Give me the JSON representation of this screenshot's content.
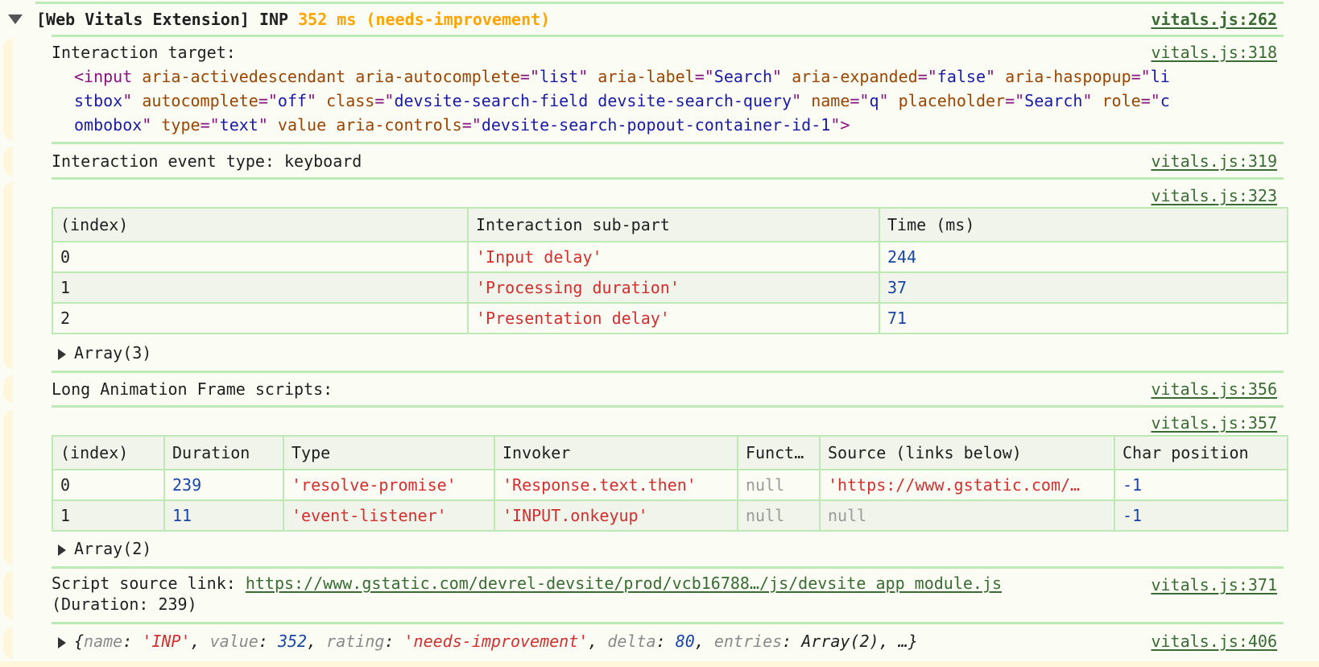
{
  "header": {
    "prefix": "[Web Vitals Extension] INP",
    "value_text": "352 ms (needs-improvement)",
    "source": "vitals.js:262"
  },
  "interaction_target": {
    "label": "Interaction target:",
    "source": "vitals.js:318",
    "element_lines": [
      [
        {
          "t": "tag",
          "s": "<input"
        },
        {
          "t": "txt",
          "s": " "
        },
        {
          "t": "attr",
          "s": "aria-activedescendant"
        },
        {
          "t": "txt",
          "s": " "
        },
        {
          "t": "attr",
          "s": "aria-autocomplete"
        },
        {
          "t": "tag",
          "s": "=\""
        },
        {
          "t": "val",
          "s": "list"
        },
        {
          "t": "tag",
          "s": "\""
        },
        {
          "t": "txt",
          "s": " "
        },
        {
          "t": "attr",
          "s": "aria-label"
        },
        {
          "t": "tag",
          "s": "=\""
        },
        {
          "t": "val",
          "s": "Search"
        },
        {
          "t": "tag",
          "s": "\""
        },
        {
          "t": "txt",
          "s": " "
        },
        {
          "t": "attr",
          "s": "aria-expanded"
        },
        {
          "t": "tag",
          "s": "=\""
        },
        {
          "t": "val",
          "s": "false"
        },
        {
          "t": "tag",
          "s": "\""
        },
        {
          "t": "txt",
          "s": " "
        },
        {
          "t": "attr",
          "s": "aria-haspopup"
        },
        {
          "t": "tag",
          "s": "=\""
        },
        {
          "t": "val",
          "s": "li"
        }
      ],
      [
        {
          "t": "val",
          "s": "stbox"
        },
        {
          "t": "tag",
          "s": "\""
        },
        {
          "t": "txt",
          "s": " "
        },
        {
          "t": "attr",
          "s": "autocomplete"
        },
        {
          "t": "tag",
          "s": "=\""
        },
        {
          "t": "val",
          "s": "off"
        },
        {
          "t": "tag",
          "s": "\""
        },
        {
          "t": "txt",
          "s": " "
        },
        {
          "t": "attr",
          "s": "class"
        },
        {
          "t": "tag",
          "s": "=\""
        },
        {
          "t": "val",
          "s": "devsite-search-field devsite-search-query"
        },
        {
          "t": "tag",
          "s": "\""
        },
        {
          "t": "txt",
          "s": " "
        },
        {
          "t": "attr",
          "s": "name"
        },
        {
          "t": "tag",
          "s": "=\""
        },
        {
          "t": "val",
          "s": "q"
        },
        {
          "t": "tag",
          "s": "\""
        },
        {
          "t": "txt",
          "s": " "
        },
        {
          "t": "attr",
          "s": "placeholder"
        },
        {
          "t": "tag",
          "s": "=\""
        },
        {
          "t": "val",
          "s": "Search"
        },
        {
          "t": "tag",
          "s": "\""
        },
        {
          "t": "txt",
          "s": " "
        },
        {
          "t": "attr",
          "s": "role"
        },
        {
          "t": "tag",
          "s": "=\""
        },
        {
          "t": "val",
          "s": "c"
        }
      ],
      [
        {
          "t": "val",
          "s": "ombobox"
        },
        {
          "t": "tag",
          "s": "\""
        },
        {
          "t": "txt",
          "s": " "
        },
        {
          "t": "attr",
          "s": "type"
        },
        {
          "t": "tag",
          "s": "=\""
        },
        {
          "t": "val",
          "s": "text"
        },
        {
          "t": "tag",
          "s": "\""
        },
        {
          "t": "txt",
          "s": " "
        },
        {
          "t": "attr",
          "s": "value"
        },
        {
          "t": "txt",
          "s": " "
        },
        {
          "t": "attr",
          "s": "aria-controls"
        },
        {
          "t": "tag",
          "s": "=\""
        },
        {
          "t": "val",
          "s": "devsite-search-popout-container-id-1"
        },
        {
          "t": "tag",
          "s": "\">"
        }
      ]
    ]
  },
  "event_type": {
    "text": "Interaction event type: keyboard",
    "source": "vitals.js:319"
  },
  "subparts_table": {
    "source": "vitals.js:323",
    "columns": [
      "(index)",
      "Interaction sub-part",
      "Time (ms)"
    ],
    "rows": [
      [
        "0",
        "'Input delay'",
        "244"
      ],
      [
        "1",
        "'Processing duration'",
        "37"
      ],
      [
        "2",
        "'Presentation delay'",
        "71"
      ]
    ],
    "array_label": "Array(3)"
  },
  "loaf_label": {
    "text": "Long Animation Frame scripts:",
    "source": "vitals.js:356"
  },
  "loaf_table": {
    "source": "vitals.js:357",
    "columns": [
      "(index)",
      "Duration",
      "Type",
      "Invoker",
      "Funct…",
      "Source (links below)",
      "Char position"
    ],
    "rows": [
      [
        "0",
        "239",
        "'resolve-promise'",
        "'Response.text.then'",
        "null",
        "'https://www.gstatic.com/…",
        "-1"
      ],
      [
        "1",
        "11",
        "'event-listener'",
        "'INPUT.onkeyup'",
        "null",
        "null",
        "-1"
      ]
    ],
    "array_label": "Array(2)"
  },
  "script_source": {
    "label": "Script source link: ",
    "url": "https://www.gstatic.com/devrel-devsite/prod/vcb16788…/js/devsite_app_module.js",
    "duration": "(Duration: 239)",
    "source": "vitals.js:371"
  },
  "object_summary": {
    "parts": [
      {
        "t": "punc",
        "s": "{"
      },
      {
        "t": "key",
        "s": "name"
      },
      {
        "t": "punc",
        "s": ": "
      },
      {
        "t": "str",
        "s": "'INP'"
      },
      {
        "t": "punc",
        "s": ", "
      },
      {
        "t": "key",
        "s": "value"
      },
      {
        "t": "punc",
        "s": ": "
      },
      {
        "t": "num",
        "s": "352"
      },
      {
        "t": "punc",
        "s": ", "
      },
      {
        "t": "key",
        "s": "rating"
      },
      {
        "t": "punc",
        "s": ": "
      },
      {
        "t": "str",
        "s": "'needs-improvement'"
      },
      {
        "t": "punc",
        "s": ", "
      },
      {
        "t": "key",
        "s": "delta"
      },
      {
        "t": "punc",
        "s": ": "
      },
      {
        "t": "num",
        "s": "80"
      },
      {
        "t": "punc",
        "s": ", "
      },
      {
        "t": "key",
        "s": "entries"
      },
      {
        "t": "punc",
        "s": ": "
      },
      {
        "t": "punc",
        "s": "Array(2), …}"
      }
    ],
    "source": "vitals.js:406"
  },
  "colors": {
    "background": "#fbfdf5",
    "separator": "#bde9b4",
    "group_gutter": "#fff6dc",
    "link": "#3a6b34",
    "needs_improvement": "#ffa400",
    "string": "#d32f2f",
    "number": "#1a45a6",
    "null": "#9a9a9a",
    "html_tag": "#881280",
    "html_attr": "#994500",
    "html_value": "#1a1aa6"
  }
}
